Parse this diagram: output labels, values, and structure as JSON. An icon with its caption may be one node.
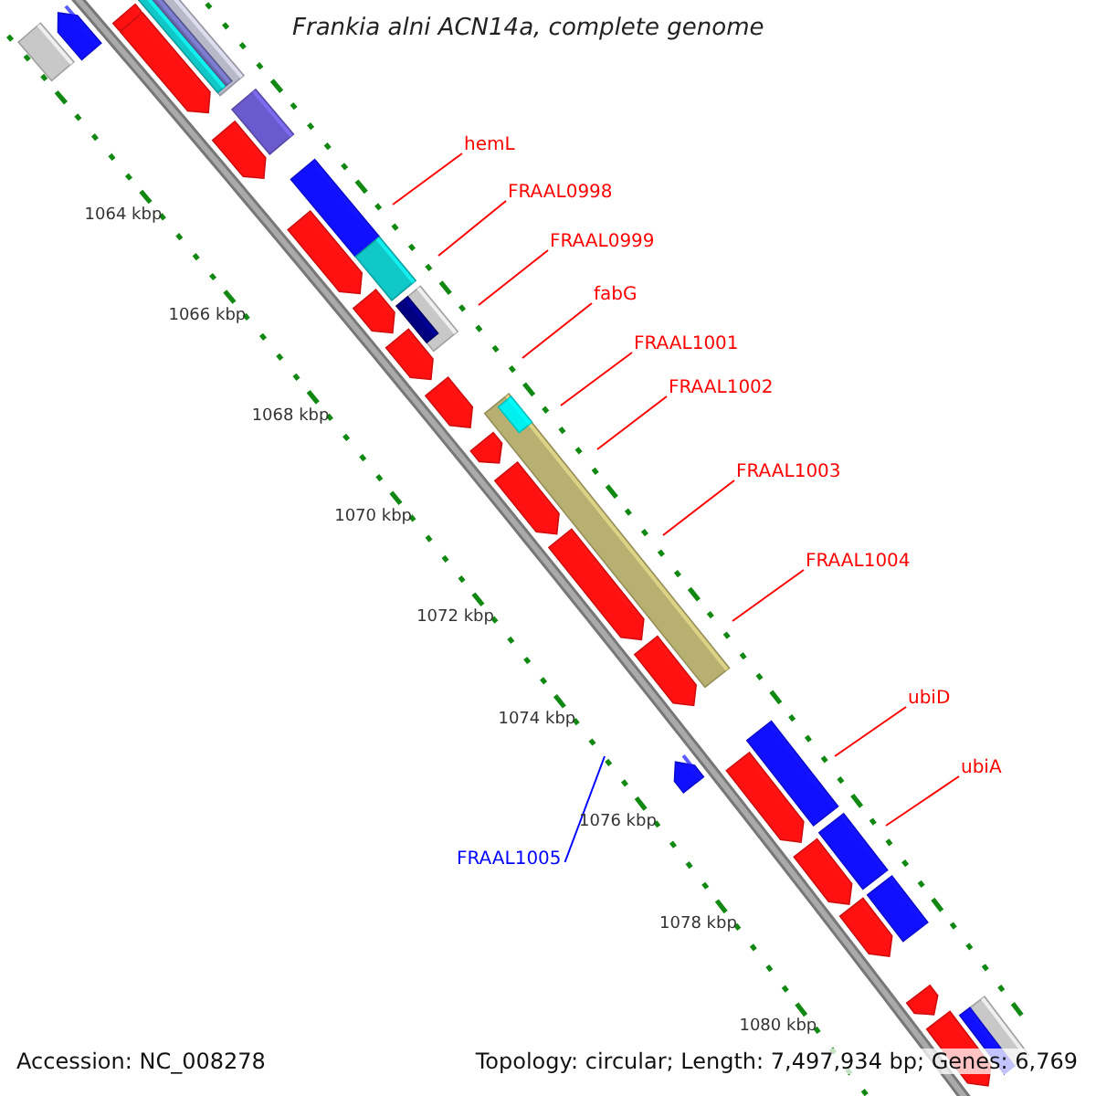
{
  "diagram": {
    "title": "Frankia alni ACN14a, complete genome",
    "nodes": [
      {
        "text": [
          "hemL"
        ]
      },
      {
        "text": [
          "FRAAL0998"
        ]
      },
      {
        "text": [
          "FRAAL0999"
        ]
      },
      {
        "text": [
          "fabG"
        ]
      },
      {
        "text": [
          "FRAAL1001"
        ]
      },
      {
        "text": [
          "FRAAL1002"
        ]
      },
      {
        "text": [
          "FRAAL1003"
        ]
      },
      {
        "text": [
          "FRAAL1004"
        ]
      },
      {
        "text": [
          "ubiD"
        ]
      },
      {
        "text": [
          "ubiA"
        ]
      },
      {
        "text": [
          "FRAAL1005"
        ]
      }
    ],
    "edges": [
      {
        "from": 0,
        "to": null,
        "arrow": "none"
      },
      {
        "from": 1,
        "to": null,
        "arrow": "none"
      },
      {
        "from": 2,
        "to": null,
        "arrow": "none"
      },
      {
        "from": 3,
        "to": null,
        "arrow": "none"
      },
      {
        "from": 4,
        "to": null,
        "arrow": "none"
      },
      {
        "from": 5,
        "to": null,
        "arrow": "none"
      },
      {
        "from": 6,
        "to": null,
        "arrow": "none"
      },
      {
        "from": 7,
        "to": null,
        "arrow": "none"
      },
      {
        "from": 8,
        "to": null,
        "arrow": "none"
      },
      {
        "from": 9,
        "to": null,
        "arrow": "none"
      },
      {
        "from": 10,
        "to": null,
        "arrow": "none",
        "color": "#0000ff"
      }
    ],
    "labels": [
      "1064 kbp",
      "1066 kbp",
      "1068 kbp",
      "1070 kbp",
      "1072 kbp",
      "1074 kbp",
      "1076 kbp",
      "1078 kbp",
      "1080 kbp",
      "Accession: NC_008278",
      "Topology: circular; Length: 7,497,934 bp; Genes: 6,769"
    ]
  }
}
